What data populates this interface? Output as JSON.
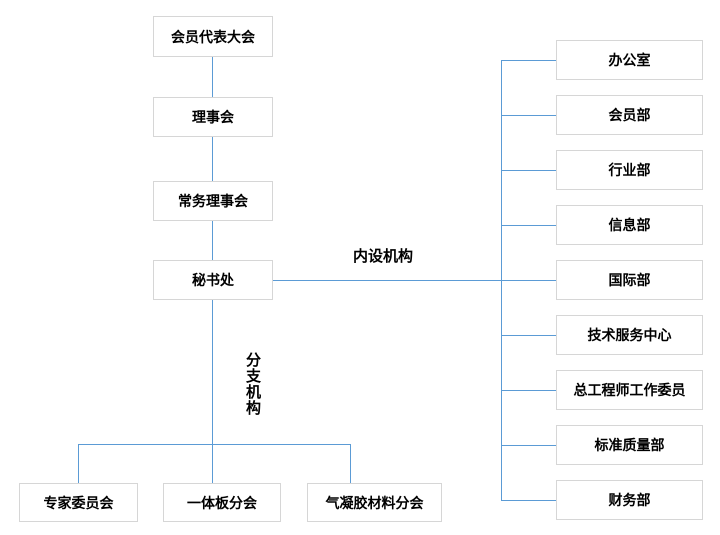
{
  "meta": {
    "background_color": "#ffffff",
    "connector_color": "#5b9bd5",
    "box_border_color": "#d6d6d6",
    "box_text_color": "#000000"
  },
  "chain": {
    "items": [
      "会员代表大会",
      "理事会",
      "常务理事会",
      "秘书处"
    ]
  },
  "internal": {
    "label": "内设机构",
    "departments": [
      "办公室",
      "会员部",
      "行业部",
      "信息部",
      "国际部",
      "技术服务中心",
      "总工程师工作委员",
      "标准质量部",
      "财务部"
    ]
  },
  "branch": {
    "label": "分支机构",
    "items": [
      "专家委员会",
      "一体板分会",
      "气凝胶材料分会"
    ]
  }
}
